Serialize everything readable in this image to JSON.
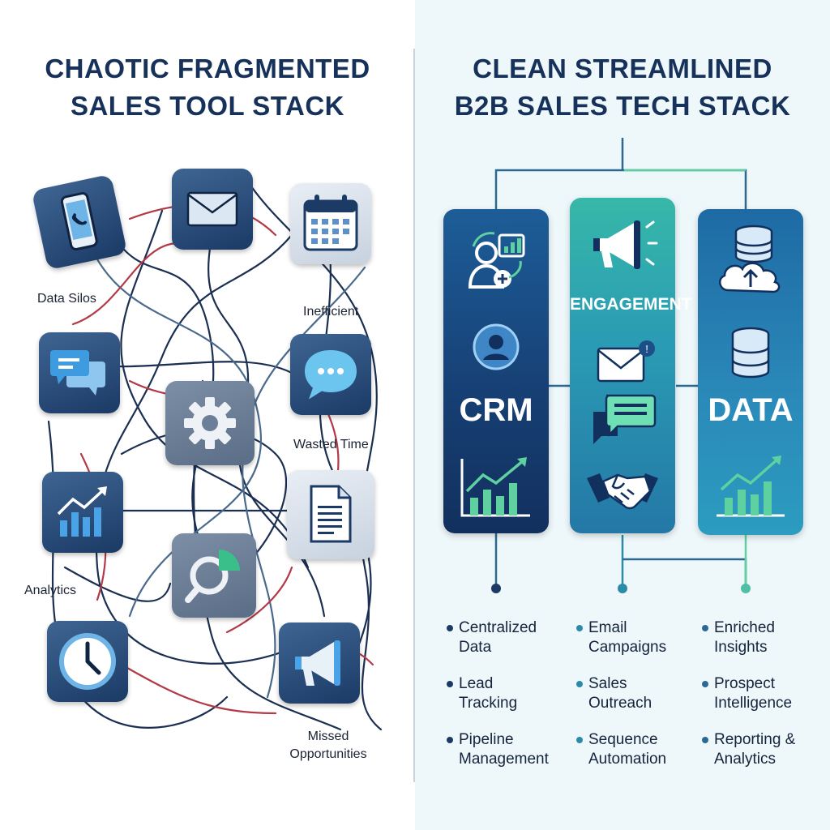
{
  "left": {
    "title_line1": "CHAOTIC FRAGMENTED",
    "title_line2": "SALES TOOL STACK",
    "labels": {
      "data_silos": "Data Silos",
      "inefficient": "Inefficient",
      "wasted_time": "Wasted Time",
      "analytics": "Analytics",
      "missed_line1": "Missed",
      "missed_line2": "Opportunities"
    },
    "icons": [
      "phone-icon",
      "email-icon",
      "calendar-icon",
      "chat-icon",
      "chat-bubble-icon",
      "gear-icon",
      "analytics-chart-icon",
      "document-icon",
      "search-chart-icon",
      "clock-icon",
      "megaphone-icon"
    ]
  },
  "right": {
    "title_line1": "CLEAN STREAMLINED",
    "title_line2": "B2B SALES TECH STACK",
    "pillars": {
      "crm": "CRM",
      "engagement": "ENGAGEMENT",
      "data": "DATA"
    },
    "bullets": {
      "crm": [
        [
          "Centralized",
          "Data"
        ],
        [
          "Lead",
          "Tracking"
        ],
        [
          "Pipeline",
          "Management"
        ]
      ],
      "engagement": [
        [
          "Email",
          "Campaigns"
        ],
        [
          "Sales",
          "Outreach"
        ],
        [
          "Sequence",
          "Automation"
        ]
      ],
      "data": [
        [
          "Enriched",
          "Insights"
        ],
        [
          "Prospect",
          "Intelligence"
        ],
        [
          "Reporting &",
          "Analytics"
        ]
      ]
    }
  },
  "colors": {
    "navy": "#1b3a66",
    "teal": "#2a8ca8",
    "green": "#5fd0a0",
    "red_wire": "#b23a48",
    "bg_right": "#eef7fa"
  }
}
